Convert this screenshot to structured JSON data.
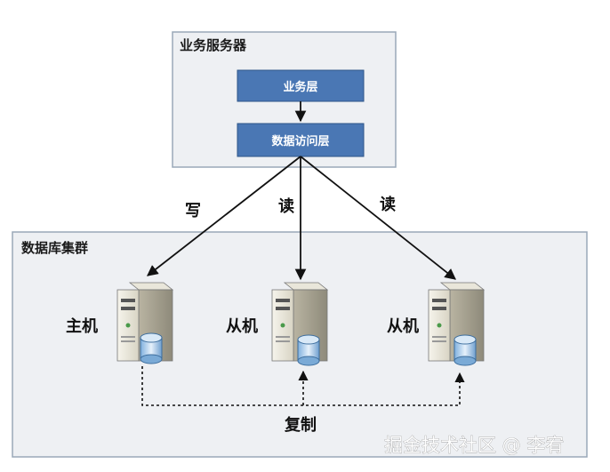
{
  "app_server": {
    "title": "业务服务器",
    "layers": [
      "业务层",
      "数据访问层"
    ]
  },
  "db_cluster": {
    "title": "数据库集群",
    "nodes": [
      "主机",
      "从机",
      "从机"
    ]
  },
  "edges": {
    "write": "写",
    "read_1": "读",
    "read_2": "读",
    "replicate": "复制"
  },
  "watermark": "掘金技术社区 @ 李宥",
  "colors": {
    "layer_fill": "#4a77b4",
    "container_border": "#9aa8b8",
    "container_fill": "#eef0f3"
  }
}
